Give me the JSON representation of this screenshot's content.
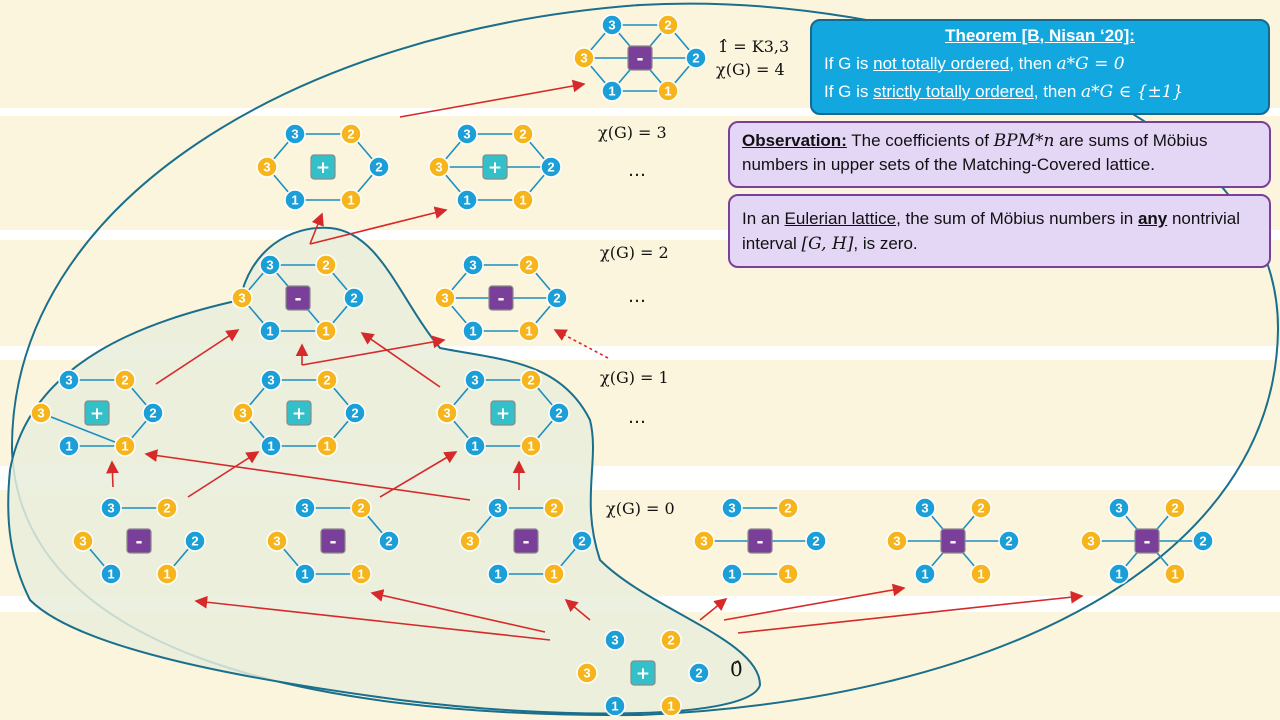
{
  "theorem": {
    "title": "Theorem [B, Nisan ‘20]:",
    "line1_prefix": "If G is ",
    "line1_underlined": "not totally ordered",
    "line1_suffix": ", then ",
    "line1_math": "a*G = 0",
    "line2_prefix": "If G is ",
    "line2_underlined": "strictly totally ordered",
    "line2_suffix": ", then ",
    "line2_math": "a*G ∈ {±1}"
  },
  "observation": {
    "bold": "Observation:",
    "text_before": " The coefficients of ",
    "math": "BPM*n",
    "text_after": " are sums of Möbius numbers in upper sets of the Matching-Covered lattice."
  },
  "eulerian": {
    "prefix": "In an ",
    "underlined": "Eulerian lattice",
    "middle": ", the sum of Möbius numbers in ",
    "bold": "any",
    "suffix_before_math": " nontrivial interval ",
    "math": "[G, H]",
    "suffix": ", is zero."
  },
  "labels": {
    "top_element": "1̂ = K3,3",
    "top_chi": "χ(G) = 4",
    "chi3": "χ(G) = 3",
    "chi2": "χ(G) = 2",
    "chi1": "χ(G) = 1",
    "chi0": "χ(G) = 0",
    "bottom_element": "0̂",
    "ellipsis": "…"
  },
  "colors": {
    "blue_node": "#1c9fd6",
    "yellow_node": "#f6b51c",
    "plus_box": "#33c0c8",
    "minus_box": "#7a3f98",
    "arrow": "#d62a2a",
    "edge": "#1c8fc0",
    "band": "#fbf5dd",
    "region_green": "#e8eddc"
  },
  "node_labels": {
    "blue": [
      "3",
      "2",
      "1"
    ],
    "yellow": [
      "3",
      "2",
      "1"
    ]
  },
  "signs": {
    "plus": "+",
    "minus": "-"
  }
}
